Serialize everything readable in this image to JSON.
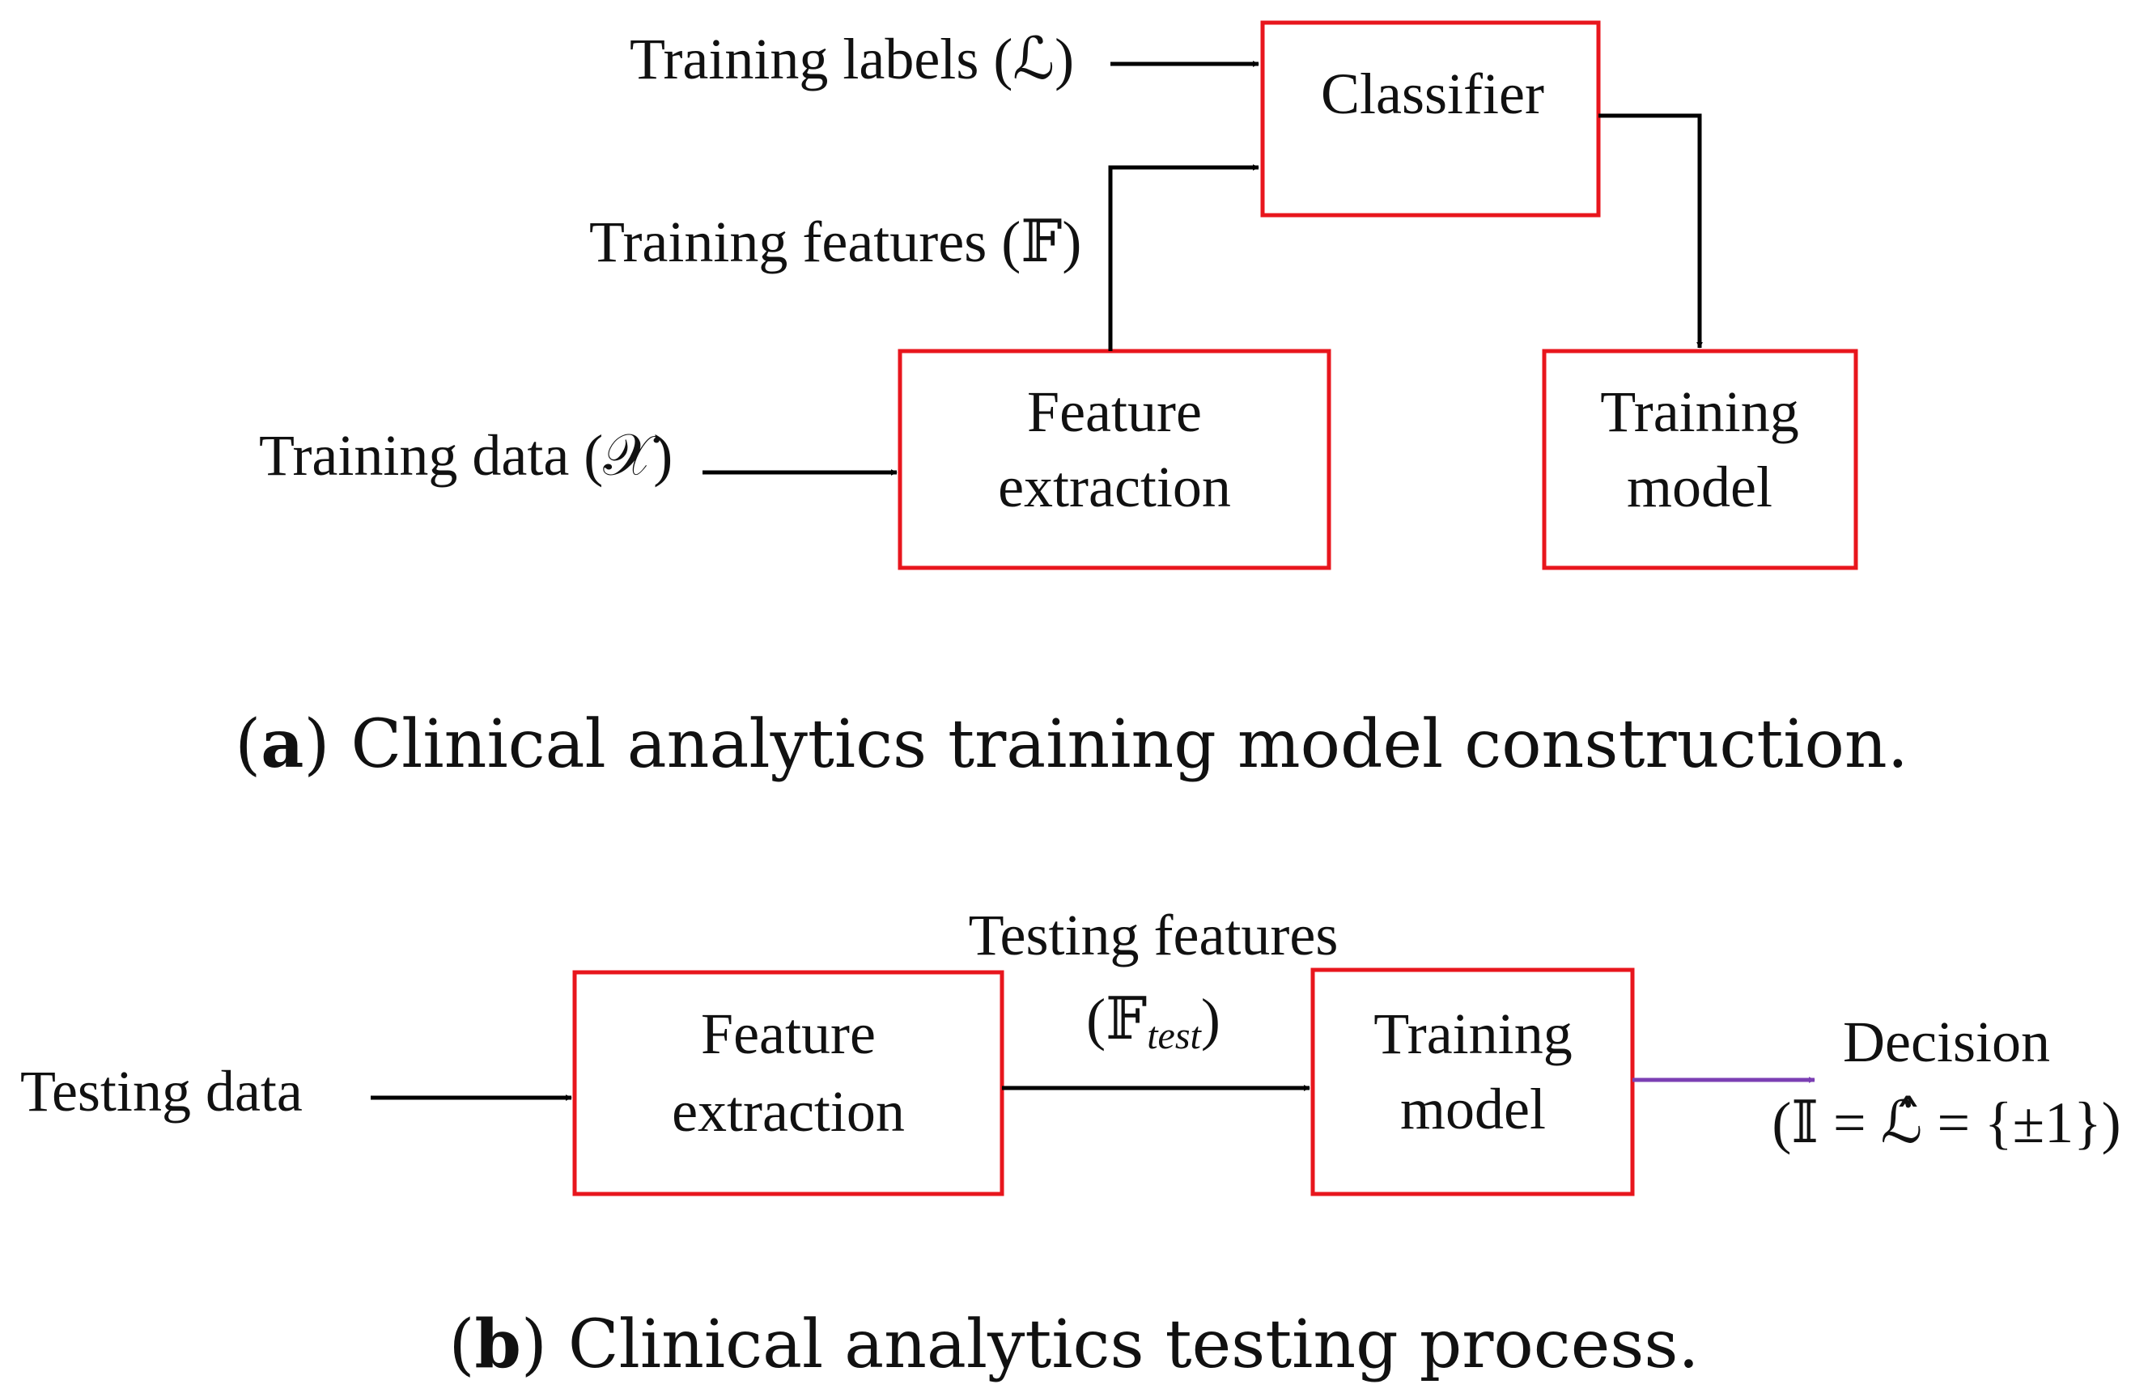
{
  "panel_a": {
    "inputs": {
      "training_labels": "Training labels (ℒ)",
      "training_features": "Training features (𝔽)",
      "training_data": "Training data (𝒳)"
    },
    "boxes": {
      "classifier": "Classifier",
      "feature_extraction_line1": "Feature",
      "feature_extraction_line2": "extraction",
      "training_model_line1": "Training",
      "training_model_line2": "model"
    },
    "caption": {
      "letter": "a",
      "open": "(",
      "close": ")",
      "text": " Clinical analytics training model construction."
    }
  },
  "panel_b": {
    "inputs": {
      "testing_data": "Testing data",
      "testing_features_line1": "Testing features",
      "testing_features_open": "(𝔽",
      "testing_features_sub": "test",
      "testing_features_close": ")"
    },
    "boxes": {
      "feature_extraction_line1": "Feature",
      "feature_extraction_line2": "extraction",
      "training_model_line1": "Training",
      "training_model_line2": "model"
    },
    "output": {
      "decision": "Decision",
      "decision_formula": "(𝕀 = ℒ̂ = {±1})"
    },
    "caption": {
      "letter": "b",
      "open": "(",
      "close": ")",
      "text": " Clinical analytics testing process."
    }
  },
  "colors": {
    "box_border": "#e8161d",
    "arrow": "#000000",
    "decision_arrow": "#7b3fb3"
  }
}
